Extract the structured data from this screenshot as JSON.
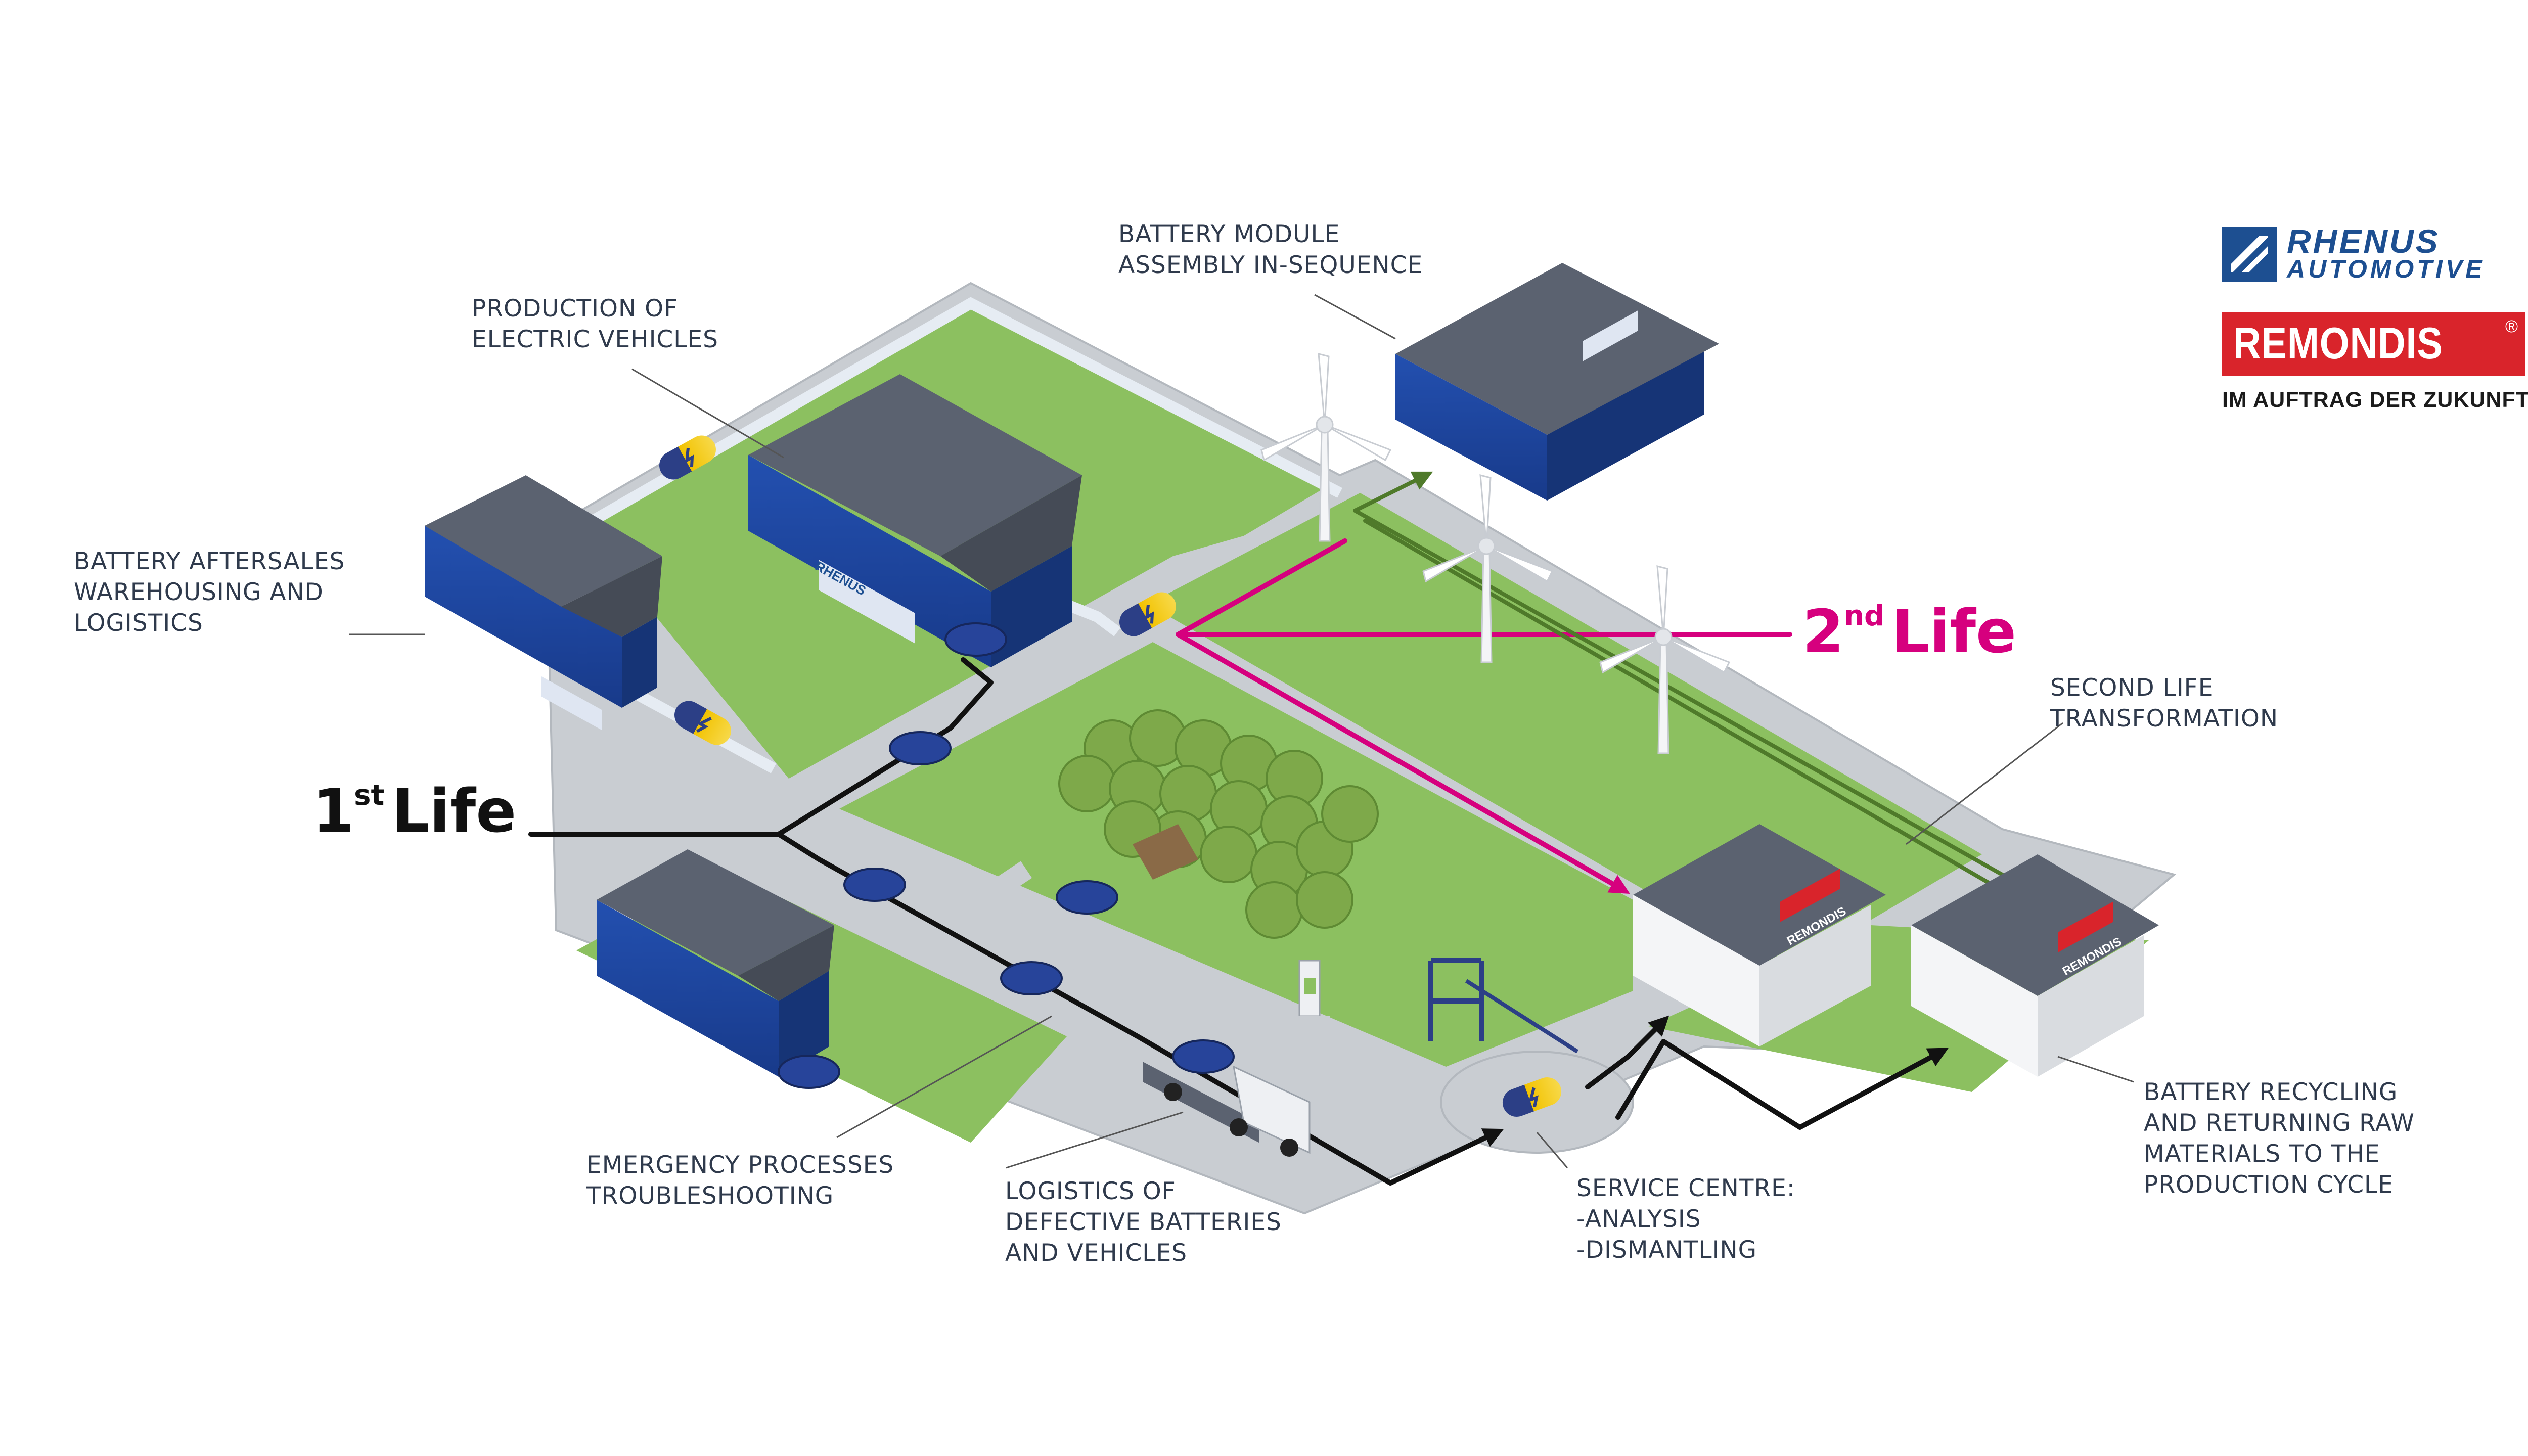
{
  "labels": {
    "battery_module": [
      "BATTERY MODULE",
      "ASSEMBLY IN-SEQUENCE"
    ],
    "production": [
      "PRODUCTION OF",
      "ELECTRIC VEHICLES"
    ],
    "aftersales": [
      "BATTERY AFTERSALES",
      "WAREHOUSING AND",
      "LOGISTICS"
    ],
    "second_life_transform": [
      "SECOND LIFE",
      "TRANSFORMATION"
    ],
    "emergency": [
      "EMERGENCY PROCESSES",
      "TROUBLESHOOTING"
    ],
    "logistics": [
      "LOGISTICS OF",
      "DEFECTIVE BATTERIES",
      "AND VEHICLES"
    ],
    "service": [
      "SERVICE CENTRE:",
      "-ANALYSIS",
      "-DISMANTLING"
    ],
    "recycling": [
      "BATTERY RECYCLING",
      "AND RETURNING RAW",
      "MATERIALS TO THE",
      "PRODUCTION CYCLE"
    ]
  },
  "life1": {
    "sup": "st",
    "text": "Life",
    "num": "1"
  },
  "life2": {
    "sup": "nd",
    "text": "Life",
    "num": "2"
  },
  "logos": {
    "rhenus_line1": "RHENUS",
    "rhenus_line2": "AUTOMOTIVE",
    "remondis": "REMONDIS",
    "remondis_reg": "®",
    "remondis_tagline": "IM AUFTRAG DER ZUKUNFT"
  },
  "signs": {
    "rhenus": "RHENUS",
    "remondis": "REMONDIS"
  },
  "colors": {
    "grass": "#8cc060",
    "road": "#c9cdd2",
    "building_blue": "#1f47a3",
    "roof": "#5b6270",
    "flow_black": "#111111",
    "flow_magenta": "#d6007e",
    "flow_green": "#4f7a2a",
    "tree": "#7ea94a",
    "battery": "#f2c200"
  }
}
